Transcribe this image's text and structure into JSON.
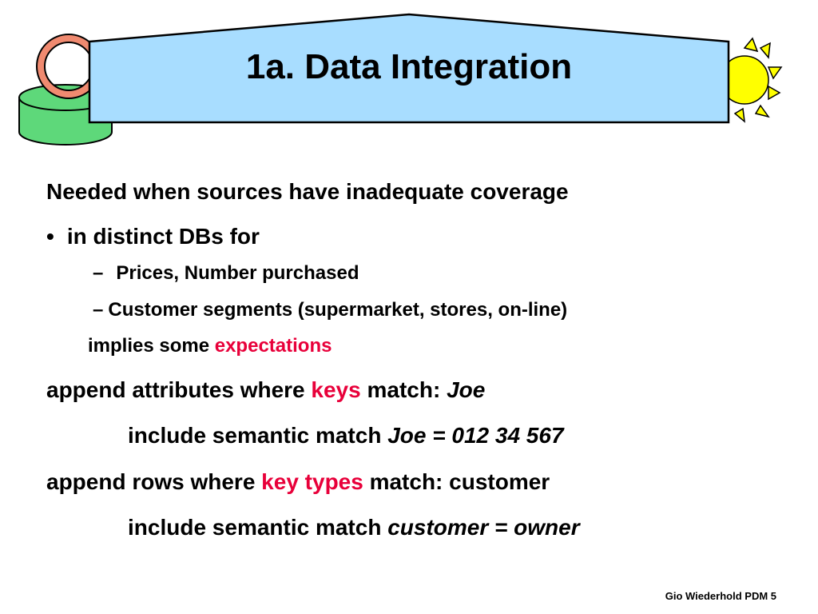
{
  "slide": {
    "title": "1a. Data Integration",
    "lines": [
      {
        "text": "Needed when sources have inadequate coverage"
      },
      {
        "bullet": "•",
        "text": "in distinct DBs for"
      },
      {
        "dash": "–",
        "text": "Prices,  Number purchased"
      },
      {
        "dash": "–",
        "text": "Customer segments (supermarket, stores, on-line)"
      },
      {
        "before": "implies some ",
        "highlight": "expectations"
      },
      {
        "before": "append attributes where ",
        "highlight": "keys",
        "after": " match: ",
        "italic": "Joe"
      },
      {
        "before": "include semantic match  ",
        "italic": "Joe = 012 34 567"
      },
      {
        "before": "append rows where ",
        "highlight": "key types",
        "after": " match: customer"
      },
      {
        "before": "include semantic match  ",
        "italic": "customer = owner"
      }
    ],
    "footer": "Gio Wiederhold PDM 5"
  },
  "colors": {
    "banner_fill": "#a8ddff",
    "highlight": "#e8003a",
    "cylinder": "#5ed87a",
    "ring": "#f08a70",
    "sun": "#ffff00"
  },
  "icons": [
    "database-cylinder-icon",
    "ring-icon",
    "sun-icon"
  ]
}
